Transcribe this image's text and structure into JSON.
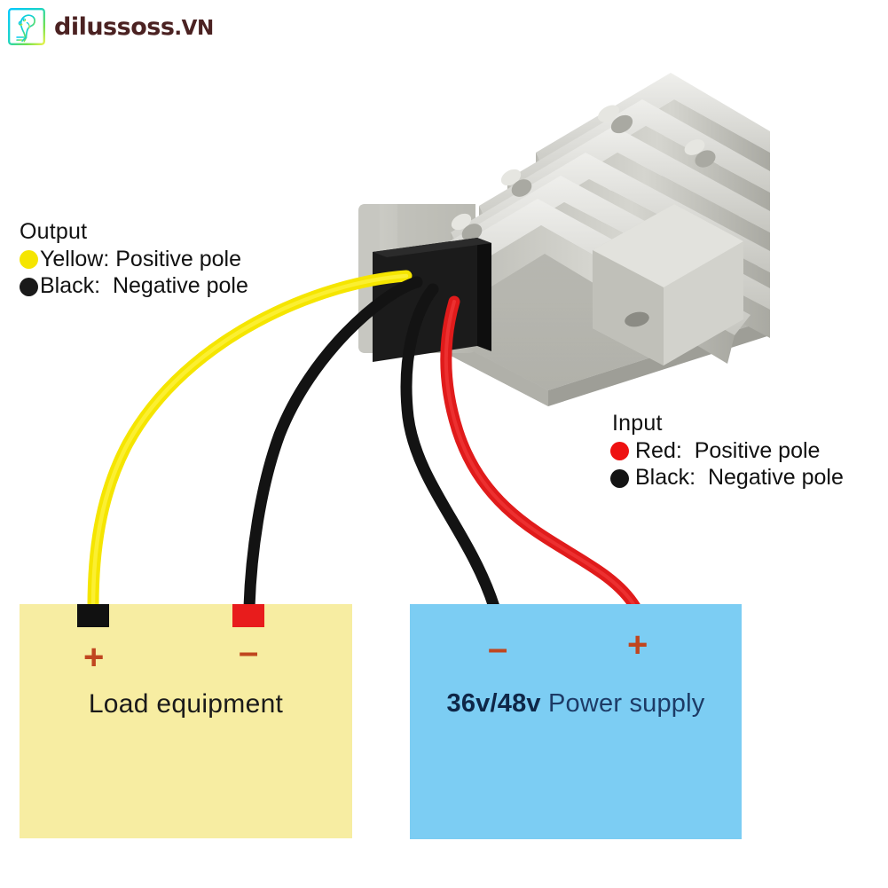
{
  "watermark": {
    "icon": "parrot-logo-icon",
    "text_main": "dilussoss",
    "text_domain": ".VN",
    "brand_color": "#4b2222"
  },
  "legends": {
    "output": {
      "title": "Output",
      "rows": [
        {
          "dot_color": "#f5e500",
          "label": "Yellow: Positive pole",
          "dot_name": "yellow-dot-icon"
        },
        {
          "dot_color": "#1a1a1a",
          "label": "Black:  Negative pole",
          "dot_name": "black-dot-icon"
        }
      ]
    },
    "input": {
      "title": "Input",
      "rows": [
        {
          "dot_color": "#ee1111",
          "label": "Red:  Positive pole",
          "dot_name": "red-dot-icon"
        },
        {
          "dot_color": "#141414",
          "label": "Black:  Negative pole",
          "dot_name": "black-dot-icon"
        }
      ]
    }
  },
  "boxes": {
    "load": {
      "label": "Load equipment",
      "fill": "#f7eda2",
      "terminals": [
        {
          "name": "load-positive-terminal",
          "block_color": "#111111",
          "sign": "+",
          "sign_color": "#c0461f"
        },
        {
          "name": "load-negative-terminal",
          "block_color": "#e81c1c",
          "sign": "–",
          "sign_color": "#c0461f"
        }
      ]
    },
    "supply": {
      "label_voltage": "36v/48v",
      "label_rest": " Power supply",
      "fill": "#7ccdf3",
      "terminals": [
        {
          "name": "supply-negative-terminal",
          "sign": "–",
          "sign_color": "#c0461f"
        },
        {
          "name": "supply-positive-terminal",
          "sign": "+",
          "sign_color": "#c0461f"
        }
      ]
    }
  },
  "device": {
    "name": "dc-dc-converter-module",
    "body_color": "#c9c9c4",
    "fin_color": "#d8d8d3",
    "endcap_color": "#1b1b1b"
  },
  "wires": [
    {
      "name": "yellow-output-positive-wire",
      "color": "#f5e500"
    },
    {
      "name": "black-output-negative-wire",
      "color": "#131313"
    },
    {
      "name": "black-input-negative-wire",
      "color": "#131313"
    },
    {
      "name": "red-input-positive-wire",
      "color": "#e01b1b"
    }
  ]
}
